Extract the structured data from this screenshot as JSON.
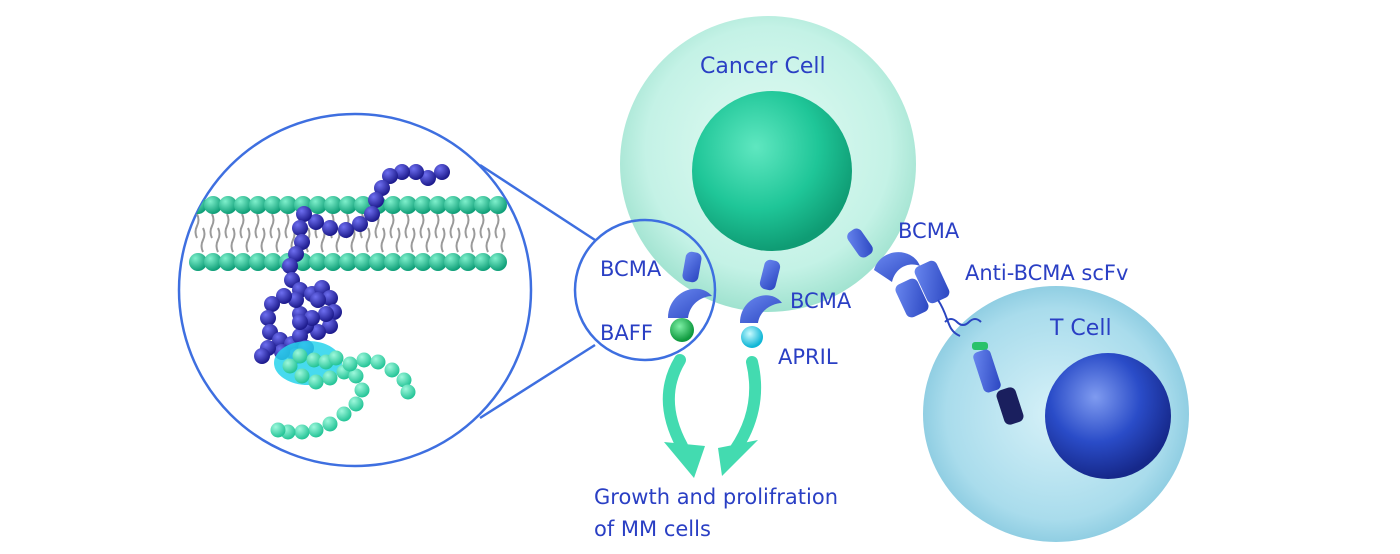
{
  "labels": {
    "cancer_cell": "Cancer Cell",
    "t_cell": "T Cell",
    "bcma_left": "BCMA",
    "baff": "BAFF",
    "bcma_middle": "BCMA",
    "april": "APRIL",
    "bcma_right": "BCMA",
    "scfv": "Anti-BCMA scFv",
    "outcome_line1": "Growth and prolifration",
    "outcome_line2": "of MM cells"
  },
  "colors": {
    "text": "#2a3fc4",
    "cancer_cell_body": "#c4f2e6",
    "cancer_cell_nucleus": "#1fc698",
    "t_cell_body": "#a9dcec",
    "t_cell_nucleus": "#2a4cc8",
    "receptor": "#3a59d6",
    "baff_ligand": "#1fbf5a",
    "april_ligand": "#29d4ee",
    "arrow": "#43dbb0",
    "membrane_beads": "#1fbf94",
    "protein_chain": "#2d2bb0",
    "tail_chain": "#3fd9ae",
    "zoom_outline": "#3e6fe0"
  },
  "icons": [
    "bcma-receptor-icon",
    "baff-ligand-icon",
    "april-ligand-icon",
    "car-construct-icon",
    "lipid-bilayer-icon",
    "protein-chain-icon"
  ]
}
